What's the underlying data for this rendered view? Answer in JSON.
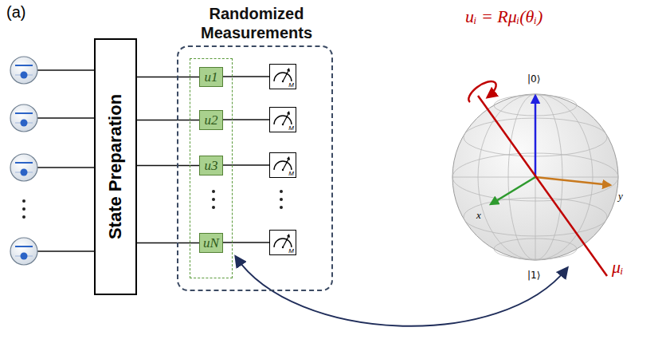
{
  "diagram": {
    "nodes": [
      {
        "text": [
          "State Preparation"
        ]
      },
      {
        "text": [
          "Randomized Measurements"
        ]
      },
      {
        "text": [
          "u1"
        ],
        "in": 1
      },
      {
        "text": [
          "u2"
        ],
        "in": 1
      },
      {
        "text": [
          "u3"
        ],
        "in": 1
      },
      {
        "text": [
          "uN"
        ],
        "in": 1
      },
      {
        "text": [
          "M"
        ],
        "in": 1
      },
      {
        "text": [
          "M"
        ],
        "in": 1
      },
      {
        "text": [
          "M"
        ],
        "in": 1
      },
      {
        "text": [
          "M"
        ],
        "in": 1
      }
    ],
    "edges": [
      {
        "from": 0,
        "to": 2,
        "arrow": "none"
      },
      {
        "from": 0,
        "to": 3,
        "arrow": "none"
      },
      {
        "from": 0,
        "to": 4,
        "arrow": "none"
      },
      {
        "from": 0,
        "to": 5,
        "arrow": "none"
      },
      {
        "from": 2,
        "to": 6,
        "arrow": "none"
      },
      {
        "from": 3,
        "to": 7,
        "arrow": "none"
      },
      {
        "from": 4,
        "to": 8,
        "arrow": "none"
      },
      {
        "from": 5,
        "to": 9,
        "arrow": "none"
      }
    ],
    "labels": [
      "(a)",
      "uᵢ = Rμᵢ(θᵢ)",
      "|0⟩",
      "|1⟩",
      "x",
      "y",
      "μᵢ"
    ]
  }
}
